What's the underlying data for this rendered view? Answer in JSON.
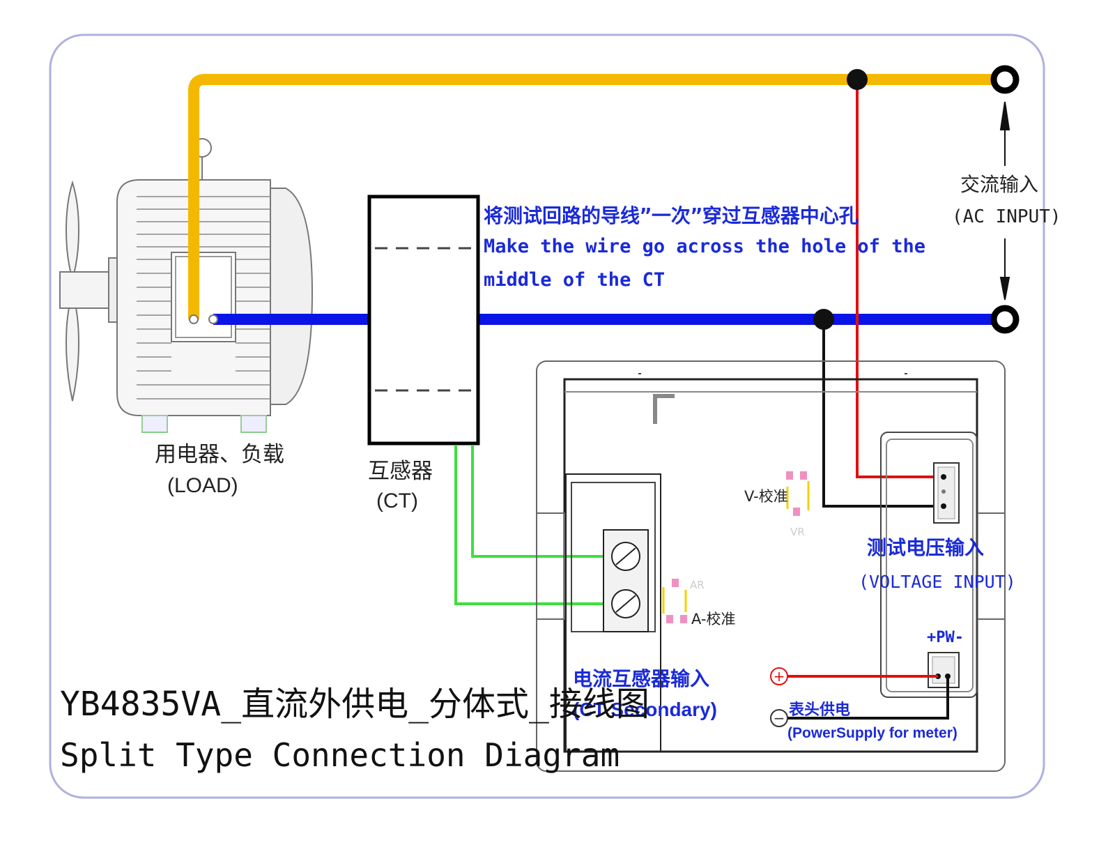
{
  "labels": {
    "load_cn": "用电器、负载",
    "load_en": "(LOAD)",
    "ct_cn": "互感器",
    "ct_en": "(CT)",
    "instruction_cn": "将测试回路的导线”一次”穿过互感器中心孔",
    "instruction_en_line1": "Make the wire go across the hole of the",
    "instruction_en_line2": "middle of the CT",
    "ac_input_cn": "交流输入",
    "ac_input_en": "(AC INPUT)",
    "v_calibration": "V-校准",
    "vr": "VR",
    "ar": "AR",
    "a_calibration": "A-校准",
    "voltage_input_cn": "测试电压输入",
    "voltage_input_en": "(VOLTAGE INPUT)",
    "pw_terminal": "+PW-",
    "ct_input_cn": "电流互感器输入",
    "ct_input_en": "(CT Secondary)",
    "power_supply_cn": "表头供电",
    "power_supply_en": "(PowerSupply for meter)",
    "plus_symbol": "+",
    "minus_symbol": "−",
    "title_cn": "YB4835VA_直流外供电_分体式_接线图",
    "title_en": "Split Type Connection Diagram"
  },
  "colors": {
    "live_wire": "#f5b800",
    "neutral_wire": "#0a14e6",
    "voltage_sense_red": "#e01010",
    "voltage_sense_black": "#111111",
    "ct_secondary_green": "#3ce03c",
    "label_blue": "#1a2ad8",
    "frame_border": "#b0b0e0",
    "cal_pads_pink": "#f090c0",
    "cal_bracket_yellow": "#f5d000"
  }
}
